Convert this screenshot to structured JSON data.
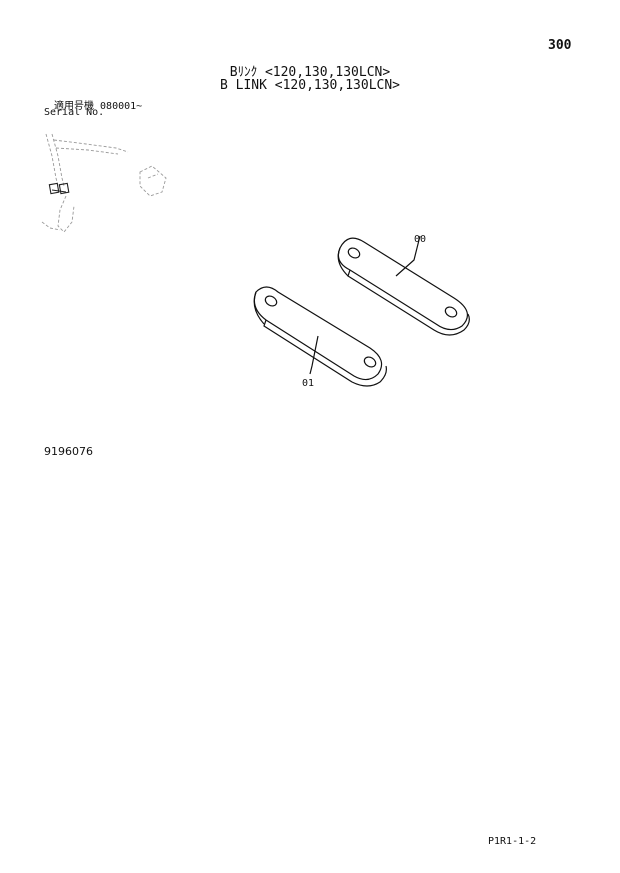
{
  "header": {
    "page_number": "300",
    "title_jp": "Bﾘﾝｸ <120,130,130LCN>",
    "title_en": "B LINK <120,130,130LCN>"
  },
  "serial": {
    "label_jp": "適用号機",
    "serial_from": "080001~",
    "label_en": "Serial No."
  },
  "drawing": {
    "callouts": [
      "00",
      "01"
    ]
  },
  "footer": {
    "drawing_number": "9196076",
    "page_ref": "P1R1-1-2"
  }
}
